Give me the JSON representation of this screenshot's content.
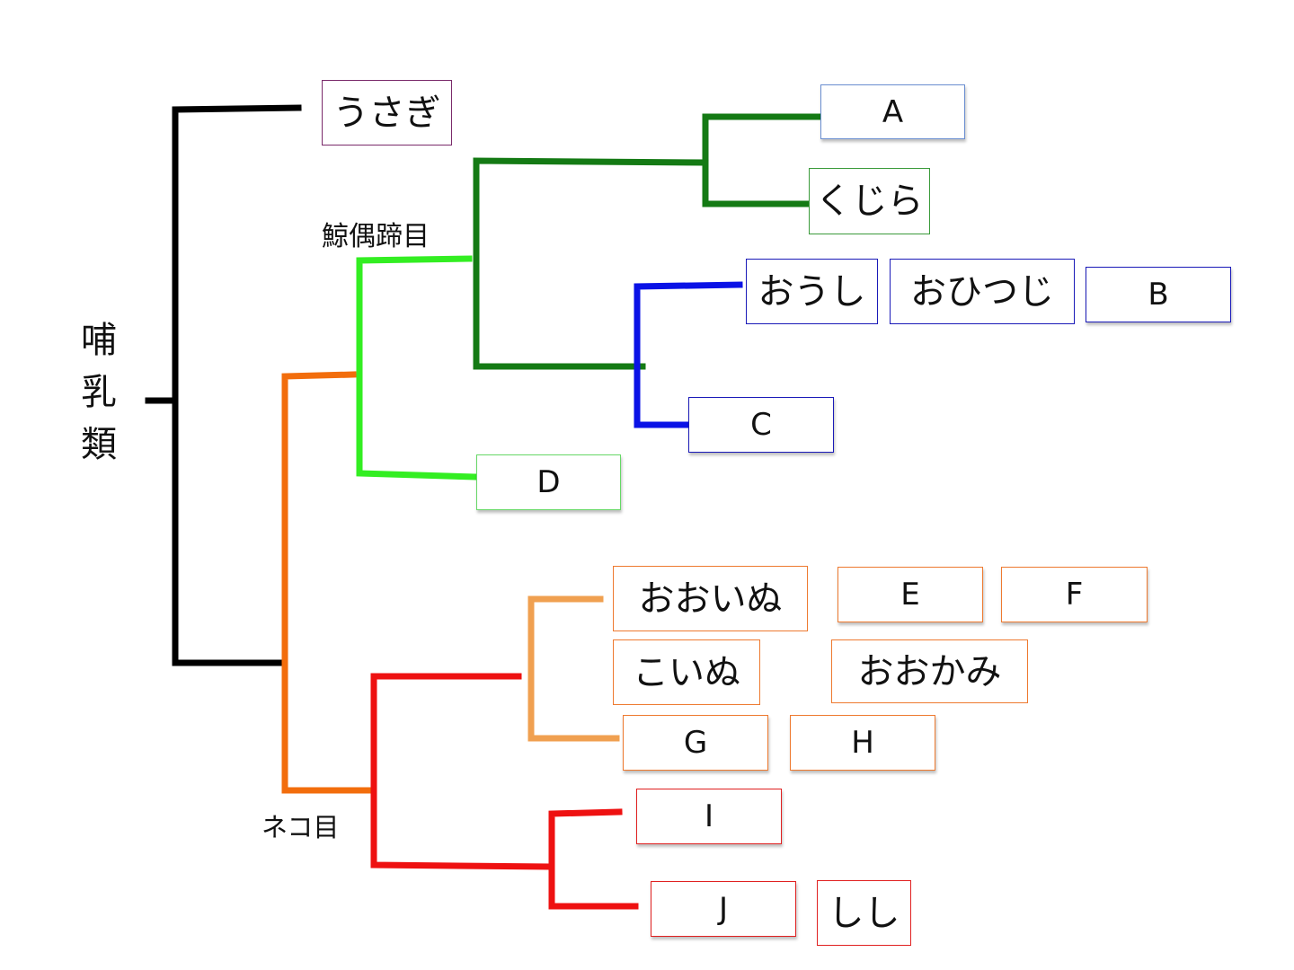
{
  "root_label": "哺乳類",
  "clade_labels": {
    "cetartiodactyla": "鯨偶蹄目",
    "carnivora": "ネコ目"
  },
  "leaves": {
    "usagi": "うさぎ",
    "a": "A",
    "kujira": "くじら",
    "oushi": "おうし",
    "ohitsuji": "おひつじ",
    "b": "B",
    "c": "C",
    "d": "D",
    "ooinu": "おおいぬ",
    "e": "E",
    "f": "F",
    "koinu": "こいぬ",
    "ookami": "おおかみ",
    "g": "G",
    "h": "H",
    "i": "I",
    "j": "J",
    "shishi": "しし"
  },
  "colors": {
    "root": "#000000",
    "cetartiodactyla": "#33ee22",
    "cetacea": "#147a14",
    "bovidae": "#0a12e6",
    "carnivora": "#f26d0c",
    "canid_group": "#ee1111",
    "dogs": "#f0a050",
    "box_purple": "#7a2a6a",
    "box_lightblue": "#6a8ed0",
    "box_green": "#3a9a3a",
    "box_lightgreen": "#66d866",
    "box_blue": "#1a1ab8",
    "box_orange": "#ee7a30",
    "box_red": "#e02020"
  }
}
